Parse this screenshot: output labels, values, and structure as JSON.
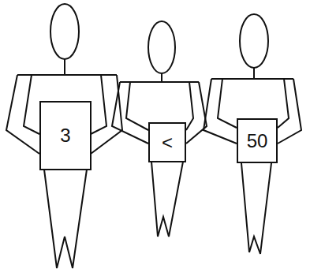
{
  "diagram": {
    "nodes": [
      {
        "text": [
          "3"
        ]
      },
      {
        "text": [
          "<"
        ]
      },
      {
        "text": [
          "50"
        ]
      }
    ]
  }
}
